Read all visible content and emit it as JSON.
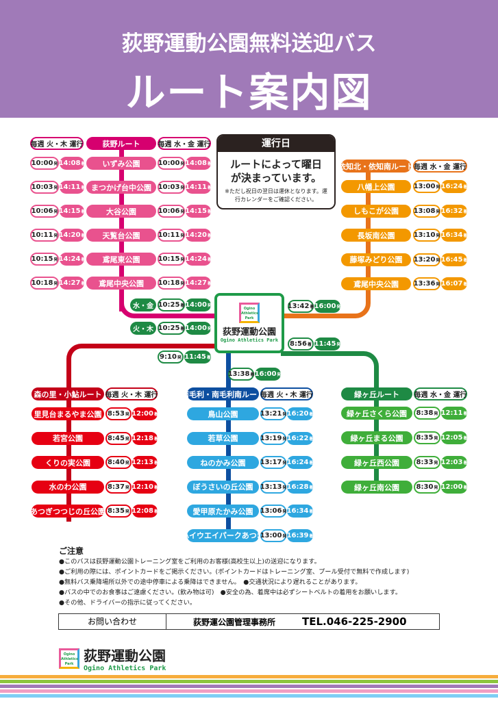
{
  "header": {
    "subtitle": "荻野運動公園無料送迎バス",
    "title": "ルート案内図"
  },
  "suffix": {
    "dep": "発",
    "arr": "着"
  },
  "operation_box": {
    "title": "運行日",
    "main": "ルートによって曜日が決まっています。",
    "note": "※ただし祝日の翌日は運休となります。運行カレンダーをご確認ください。"
  },
  "hub": {
    "logo_text": "Ogino Athletics Park",
    "name": "荻野運動公園",
    "sub": "Ogino Athletics Park"
  },
  "colors": {
    "pink": "#e9528e",
    "magenta": "#d6006f",
    "orange": "#f39800",
    "orange_dark": "#e8731a",
    "red": "#e60012",
    "red_dark": "#c40018",
    "blue": "#2ea7e0",
    "blue_dark": "#0d4fa0",
    "green": "#3fae3a",
    "green_dark": "#1e8a44"
  },
  "routes": {
    "ogino": {
      "name": "荻野ルート",
      "left_days": "毎週 火・木 運行",
      "right_days": "毎週 水・金 運行",
      "stops": [
        [
          "いずみ公園",
          "10:00",
          "14:08",
          "10:00",
          "14:08"
        ],
        [
          "まつかげ台中公園",
          "10:03",
          "14:11",
          "10:03",
          "14:11"
        ],
        [
          "大谷公園",
          "10:06",
          "14:15",
          "10:06",
          "14:15"
        ],
        [
          "天覧台公園",
          "10:11",
          "14:20",
          "10:11",
          "14:20"
        ],
        [
          "鳶尾東公園",
          "10:15",
          "14:24",
          "10:15",
          "14:24"
        ],
        [
          "鳶尾中央公園",
          "10:18",
          "14:27",
          "10:18",
          "14:27"
        ]
      ],
      "hub": [
        {
          "days": "水・金",
          "arr": "10:25",
          "dep": "14:00"
        },
        {
          "days": "火・木",
          "arr": "10:25",
          "dep": "14:00"
        }
      ]
    },
    "eichi": {
      "name": "依知北・依知南ルート",
      "days": "毎週 水・金 運行",
      "stops": [
        [
          "八幡上公園",
          "13:00",
          "16:24"
        ],
        [
          "しもこが公園",
          "13:08",
          "16:32"
        ],
        [
          "長坂南公園",
          "13:10",
          "16:34"
        ],
        [
          "藤塚みどり公園",
          "13:20",
          "16:45"
        ],
        [
          "鳶尾中央公園",
          "13:36",
          "16:07"
        ]
      ],
      "hub": {
        "arr": "13:42",
        "dep": "16:00"
      }
    },
    "morinosato": {
      "name": "森の里・小鮎ルート",
      "days": "毎週 火・木 運行",
      "stops": [
        [
          "里見台まるやま公園",
          "8:53",
          "12:00"
        ],
        [
          "若宮公園",
          "8:45",
          "12:18"
        ],
        [
          "くりの実公園",
          "8:40",
          "12:13"
        ],
        [
          "水のわ公園",
          "8:37",
          "12:10"
        ],
        [
          "あつぎつつじの丘公園",
          "8:35",
          "12:08"
        ]
      ],
      "hub": {
        "arr": "9:10",
        "dep": "11:45"
      }
    },
    "minamimori": {
      "name": "南毛利・南毛利南ルート",
      "days": "毎週 火・木 運行",
      "stops": [
        [
          "鳥山公園",
          "13:21",
          "16:20"
        ],
        [
          "若草公園",
          "13:19",
          "16:22"
        ],
        [
          "ねのかみ公園",
          "13:17",
          "16:24"
        ],
        [
          "ぼうさいの丘公園",
          "13:13",
          "16:28"
        ],
        [
          "愛甲原たかみ公園",
          "13:06",
          "16:34"
        ],
        [
          "ハイウエイパークあつぎ",
          "13:00",
          "16:39"
        ]
      ],
      "hub": {
        "arr": "13:38",
        "dep": "16:00"
      }
    },
    "midorigaoka": {
      "name": "緑ヶ丘ルート",
      "days": "毎週 水・金 運行",
      "stops": [
        [
          "緑ヶ丘さくら公園",
          "8:38",
          "12:11"
        ],
        [
          "緑ヶ丘まる公園",
          "8:35",
          "12:05"
        ],
        [
          "緑ヶ丘西公園",
          "8:33",
          "12:03"
        ],
        [
          "緑ヶ丘南公園",
          "8:30",
          "12:00"
        ]
      ],
      "hub": {
        "arr": "8:56",
        "dep": "11:45"
      }
    }
  },
  "notes": {
    "title": "ご注意",
    "items": [
      "●このバスは荻野運動公園トレーニング室をご利用のお客様(高校生以上)の送迎になります。",
      "●ご利用の際には、ポイントカードをご掲示ください。(ポイントカードはトレーニング室、プール受付で無料で作成します)",
      "●無料バス乗降場所以外での途中停車による乗降はできません。　●交通状況により遅れることがあります。",
      "●バスの中でのお食事はご遠慮ください。(飲み物は可)　●安全の為、着席中は必ずシートベルトの着用をお願いします。",
      "●その他、ドライバーの指示に従ってください。"
    ]
  },
  "contact": {
    "label": "お問い合わせ",
    "office": "荻野運公園管理事務所",
    "tel": "TEL.046-225-2900"
  },
  "footer_logo": {
    "mark_text": "Ogino Athletics Park",
    "name": "荻野運動公園",
    "sub": "Ogino Athletics Park"
  }
}
